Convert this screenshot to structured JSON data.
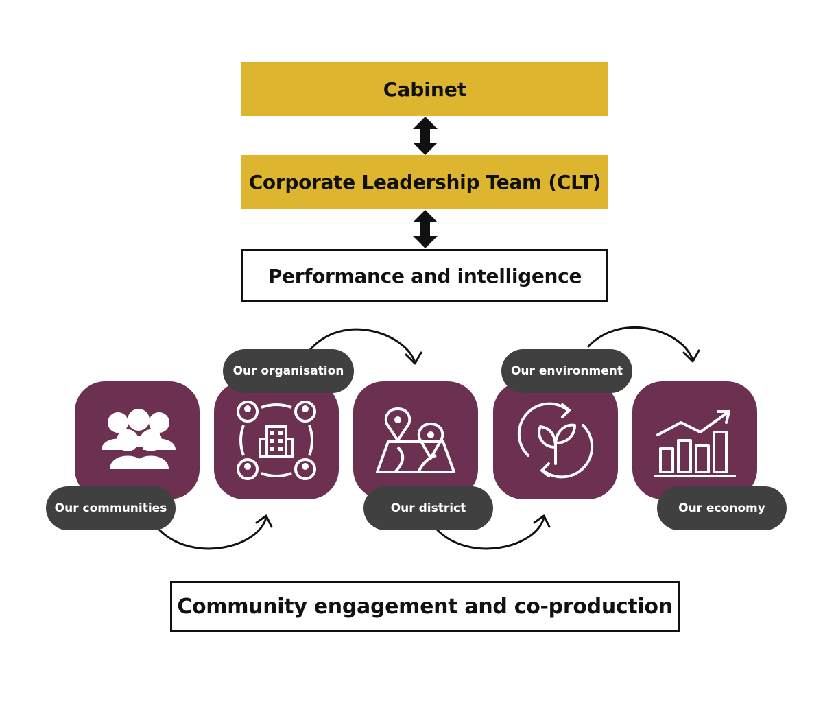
{
  "hierarchy": {
    "cabinet": "Cabinet",
    "clt": "Corporate Leadership Team (CLT)",
    "performance": "Performance and intelligence"
  },
  "themes": [
    {
      "label": "Our communities",
      "icon": "people-group-icon"
    },
    {
      "label": "Our organisation",
      "icon": "organisation-network-icon"
    },
    {
      "label": "Our district",
      "icon": "map-pins-icon"
    },
    {
      "label": "Our environment",
      "icon": "leaf-cycle-icon"
    },
    {
      "label": "Our economy",
      "icon": "growth-chart-icon"
    }
  ],
  "footer": "Community engagement and co-production",
  "colors": {
    "gold": "#ddb52e",
    "plum": "#6c3151",
    "pill": "#404040",
    "outline": "#111111"
  }
}
